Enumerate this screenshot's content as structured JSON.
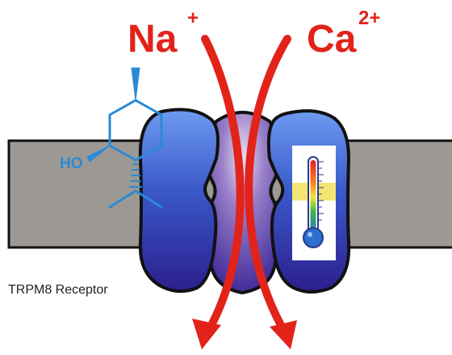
{
  "labels": {
    "sodium": {
      "symbol": "Na",
      "charge": "+"
    },
    "calcium": {
      "symbol": "Ca",
      "charge": "2+"
    },
    "hydroxyl": "HO",
    "receptor": "TRPM8 Receptor"
  },
  "colors": {
    "ion_red": "#e2231a",
    "membrane": "#9c9893",
    "molecule_blue": "#2a8ad6",
    "channel_blue": "#3a6fd8",
    "channel_purple": "#3b2aa5",
    "pore_light": "#d8cde6",
    "thermometer_band": "#f2e05a"
  },
  "icons": {
    "menthol": "menthol-molecule-icon",
    "thermometer": "thermometer-icon",
    "arrow": "arrow-down-icon"
  }
}
